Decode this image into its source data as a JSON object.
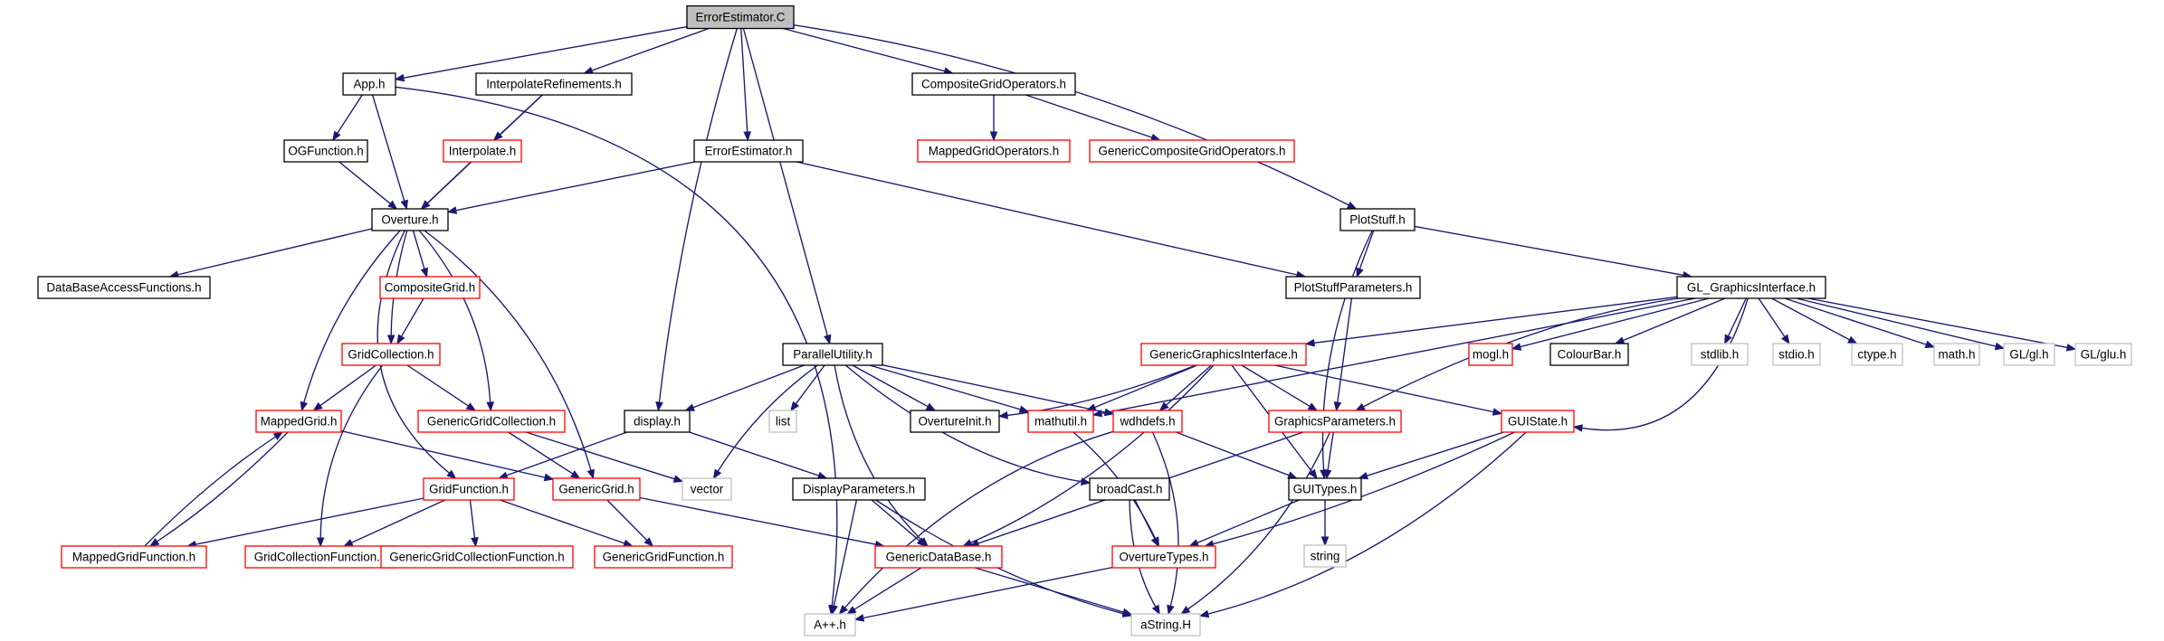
{
  "diagram": {
    "type": "include-dependency-graph",
    "colors": {
      "edge": "#191970",
      "node_root_fill": "#bfbfbf",
      "node_root_border": "#000000",
      "node_documented_border": "#000000",
      "node_undocumented_border": "#ff0000",
      "node_external_border": "#bfbfbf",
      "node_fill": "#ffffff"
    },
    "nodes": [
      {
        "id": "errorestimator_c",
        "label": "ErrorEstimator.C",
        "kind": "root"
      },
      {
        "id": "app_h",
        "label": "App.h",
        "kind": "documented"
      },
      {
        "id": "interpolaterefinements_h",
        "label": "InterpolateRefinements.h",
        "kind": "documented"
      },
      {
        "id": "compositegridoperators_h",
        "label": "CompositeGridOperators.h",
        "kind": "documented"
      },
      {
        "id": "ogfunction_h",
        "label": "OGFunction.h",
        "kind": "documented"
      },
      {
        "id": "interpolate_h",
        "label": "Interpolate.h",
        "kind": "undocumented"
      },
      {
        "id": "errorestimator_h",
        "label": "ErrorEstimator.h",
        "kind": "documented"
      },
      {
        "id": "mappedgridoperators_h",
        "label": "MappedGridOperators.h",
        "kind": "undocumented"
      },
      {
        "id": "genericcompositegridoperators_h",
        "label": "GenericCompositeGridOperators.h",
        "kind": "undocumented"
      },
      {
        "id": "overture_h",
        "label": "Overture.h",
        "kind": "documented"
      },
      {
        "id": "plotstuff_h",
        "label": "PlotStuff.h",
        "kind": "documented"
      },
      {
        "id": "databaseaccessfunctions_h",
        "label": "DataBaseAccessFunctions.h",
        "kind": "documented"
      },
      {
        "id": "compositegrid_h",
        "label": "CompositeGrid.h",
        "kind": "undocumented"
      },
      {
        "id": "plotstuffparameters_h",
        "label": "PlotStuffParameters.h",
        "kind": "documented"
      },
      {
        "id": "gl_graphicsinterface_h",
        "label": "GL_GraphicsInterface.h",
        "kind": "documented"
      },
      {
        "id": "gridcollection_h",
        "label": "GridCollection.h",
        "kind": "undocumented"
      },
      {
        "id": "parallelutility_h",
        "label": "ParallelUtility.h",
        "kind": "documented"
      },
      {
        "id": "genericgraphicsinterface_h",
        "label": "GenericGraphicsInterface.h",
        "kind": "undocumented"
      },
      {
        "id": "mogl_h",
        "label": "mogl.h",
        "kind": "undocumented"
      },
      {
        "id": "colourbar_h",
        "label": "ColourBar.h",
        "kind": "documented"
      },
      {
        "id": "stdlib_h",
        "label": "stdlib.h",
        "kind": "external"
      },
      {
        "id": "stdio_h",
        "label": "stdio.h",
        "kind": "external"
      },
      {
        "id": "ctype_h",
        "label": "ctype.h",
        "kind": "external"
      },
      {
        "id": "math_h",
        "label": "math.h",
        "kind": "external"
      },
      {
        "id": "gl_gl_h",
        "label": "GL/gl.h",
        "kind": "external"
      },
      {
        "id": "gl_glu_h",
        "label": "GL/glu.h",
        "kind": "external"
      },
      {
        "id": "mappedgrid_h",
        "label": "MappedGrid.h",
        "kind": "undocumented"
      },
      {
        "id": "genericgridcollection_h",
        "label": "GenericGridCollection.h",
        "kind": "undocumented"
      },
      {
        "id": "display_h",
        "label": "display.h",
        "kind": "documented"
      },
      {
        "id": "list",
        "label": "list",
        "kind": "external"
      },
      {
        "id": "overtureinit_h",
        "label": "OvertureInit.h",
        "kind": "documented"
      },
      {
        "id": "mathutil_h",
        "label": "mathutil.h",
        "kind": "undocumented"
      },
      {
        "id": "wdhdefs_h",
        "label": "wdhdefs.h",
        "kind": "undocumented"
      },
      {
        "id": "graphicsparameters_h",
        "label": "GraphicsParameters.h",
        "kind": "undocumented"
      },
      {
        "id": "guistate_h",
        "label": "GUIState.h",
        "kind": "undocumented"
      },
      {
        "id": "gridfunction_h",
        "label": "GridFunction.h",
        "kind": "undocumented"
      },
      {
        "id": "genericgrid_h",
        "label": "GenericGrid.h",
        "kind": "undocumented"
      },
      {
        "id": "vector",
        "label": "vector",
        "kind": "external"
      },
      {
        "id": "displayparameters_h",
        "label": "DisplayParameters.h",
        "kind": "documented"
      },
      {
        "id": "broadcast_h",
        "label": "broadCast.h",
        "kind": "documented"
      },
      {
        "id": "guitypes_h",
        "label": "GUITypes.h",
        "kind": "documented"
      },
      {
        "id": "string",
        "label": "string",
        "kind": "external"
      },
      {
        "id": "mappedgridfunction_h",
        "label": "MappedGridFunction.h",
        "kind": "undocumented"
      },
      {
        "id": "gridcollectionfunction_h",
        "label": "GridCollectionFunction.h",
        "kind": "undocumented"
      },
      {
        "id": "genericgridcollectionfunction_h",
        "label": "GenericGridCollectionFunction.h",
        "kind": "undocumented"
      },
      {
        "id": "genericgridfunction_h",
        "label": "GenericGridFunction.h",
        "kind": "undocumented"
      },
      {
        "id": "genericdatabase_h",
        "label": "GenericDataBase.h",
        "kind": "undocumented"
      },
      {
        "id": "overturetypes_h",
        "label": "OvertureTypes.h",
        "kind": "undocumented"
      },
      {
        "id": "aplusplus_h",
        "label": "A++.h",
        "kind": "external"
      },
      {
        "id": "astring_h",
        "label": "aString.H",
        "kind": "external"
      }
    ],
    "edges": [
      [
        "errorestimator_c",
        "app_h"
      ],
      [
        "errorestimator_c",
        "interpolaterefinements_h"
      ],
      [
        "errorestimator_c",
        "display_h"
      ],
      [
        "errorestimator_c",
        "errorestimator_h"
      ],
      [
        "errorestimator_c",
        "parallelutility_h"
      ],
      [
        "errorestimator_c",
        "compositegridoperators_h"
      ],
      [
        "errorestimator_c",
        "plotstuff_h"
      ],
      [
        "app_h",
        "ogfunction_h"
      ],
      [
        "app_h",
        "overture_h"
      ],
      [
        "app_h",
        "aplusplus_h"
      ],
      [
        "interpolaterefinements_h",
        "interpolate_h"
      ],
      [
        "interpolaterefinements_h",
        "overture_h"
      ],
      [
        "ogfunction_h",
        "overture_h"
      ],
      [
        "interpolate_h",
        "overture_h"
      ],
      [
        "errorestimator_h",
        "overture_h"
      ],
      [
        "errorestimator_h",
        "plotstuffparameters_h"
      ],
      [
        "compositegridoperators_h",
        "mappedgridoperators_h"
      ],
      [
        "compositegridoperators_h",
        "genericcompositegridoperators_h"
      ],
      [
        "overture_h",
        "databaseaccessfunctions_h"
      ],
      [
        "overture_h",
        "compositegrid_h"
      ],
      [
        "overture_h",
        "gridcollection_h"
      ],
      [
        "overture_h",
        "mappedgrid_h"
      ],
      [
        "overture_h",
        "gridfunction_h"
      ],
      [
        "overture_h",
        "genericgridcollection_h"
      ],
      [
        "overture_h",
        "genericgrid_h"
      ],
      [
        "compositegrid_h",
        "gridcollection_h"
      ],
      [
        "gridcollection_h",
        "mappedgrid_h"
      ],
      [
        "gridcollection_h",
        "genericgridcollection_h"
      ],
      [
        "gridcollection_h",
        "gridcollectionfunction_h"
      ],
      [
        "mappedgrid_h",
        "mappedgridfunction_h"
      ],
      [
        "mappedgrid_h",
        "genericgrid_h"
      ],
      [
        "mappedgridfunction_h",
        "mappedgrid_h"
      ],
      [
        "genericgridcollection_h",
        "genericgrid_h"
      ],
      [
        "genericgridcollection_h",
        "vector"
      ],
      [
        "gridfunction_h",
        "mappedgridfunction_h"
      ],
      [
        "gridfunction_h",
        "gridcollectionfunction_h"
      ],
      [
        "gridfunction_h",
        "genericgridcollectionfunction_h"
      ],
      [
        "gridfunction_h",
        "genericgridfunction_h"
      ],
      [
        "genericgrid_h",
        "genericgridfunction_h"
      ],
      [
        "genericgrid_h",
        "genericdatabase_h"
      ],
      [
        "plotstuff_h",
        "plotstuffparameters_h"
      ],
      [
        "plotstuff_h",
        "gl_graphicsinterface_h"
      ],
      [
        "plotstuff_h",
        "guitypes_h"
      ],
      [
        "plotstuffparameters_h",
        "graphicsparameters_h"
      ],
      [
        "gl_graphicsinterface_h",
        "genericgraphicsinterface_h"
      ],
      [
        "gl_graphicsinterface_h",
        "mogl_h"
      ],
      [
        "gl_graphicsinterface_h",
        "colourbar_h"
      ],
      [
        "gl_graphicsinterface_h",
        "stdlib_h"
      ],
      [
        "gl_graphicsinterface_h",
        "stdio_h"
      ],
      [
        "gl_graphicsinterface_h",
        "ctype_h"
      ],
      [
        "gl_graphicsinterface_h",
        "math_h"
      ],
      [
        "gl_graphicsinterface_h",
        "gl_gl_h"
      ],
      [
        "gl_graphicsinterface_h",
        "gl_glu_h"
      ],
      [
        "gl_graphicsinterface_h",
        "graphicsparameters_h"
      ],
      [
        "gl_graphicsinterface_h",
        "guistate_h"
      ],
      [
        "gl_graphicsinterface_h",
        "mathutil_h"
      ],
      [
        "parallelutility_h",
        "display_h"
      ],
      [
        "parallelutility_h",
        "list"
      ],
      [
        "parallelutility_h",
        "vector"
      ],
      [
        "parallelutility_h",
        "overtureinit_h"
      ],
      [
        "parallelutility_h",
        "mathutil_h"
      ],
      [
        "parallelutility_h",
        "wdhdefs_h"
      ],
      [
        "parallelutility_h",
        "genericdatabase_h"
      ],
      [
        "parallelutility_h",
        "broadcast_h"
      ],
      [
        "display_h",
        "gridfunction_h"
      ],
      [
        "display_h",
        "displayparameters_h"
      ],
      [
        "genericgraphicsinterface_h",
        "overtureinit_h"
      ],
      [
        "genericgraphicsinterface_h",
        "mathutil_h"
      ],
      [
        "genericgraphicsinterface_h",
        "wdhdefs_h"
      ],
      [
        "genericgraphicsinterface_h",
        "graphicsparameters_h"
      ],
      [
        "genericgraphicsinterface_h",
        "guistate_h"
      ],
      [
        "genericgraphicsinterface_h",
        "guitypes_h"
      ],
      [
        "genericgraphicsinterface_h",
        "genericdatabase_h"
      ],
      [
        "mathutil_h",
        "overturetypes_h"
      ],
      [
        "wdhdefs_h",
        "guitypes_h"
      ],
      [
        "wdhdefs_h",
        "aplusplus_h"
      ],
      [
        "wdhdefs_h",
        "astring_h"
      ],
      [
        "graphicsparameters_h",
        "guitypes_h"
      ],
      [
        "graphicsparameters_h",
        "genericdatabase_h"
      ],
      [
        "graphicsparameters_h",
        "astring_h"
      ],
      [
        "guistate_h",
        "guitypes_h"
      ],
      [
        "guistate_h",
        "overturetypes_h"
      ],
      [
        "guistate_h",
        "astring_h"
      ],
      [
        "guitypes_h",
        "overturetypes_h"
      ],
      [
        "guitypes_h",
        "string"
      ],
      [
        "displayparameters_h",
        "genericdatabase_h"
      ],
      [
        "displayparameters_h",
        "aplusplus_h"
      ],
      [
        "displayparameters_h",
        "astring_h"
      ],
      [
        "broadcast_h",
        "overturetypes_h"
      ],
      [
        "broadcast_h",
        "astring_h"
      ],
      [
        "genericdatabase_h",
        "aplusplus_h"
      ],
      [
        "genericdatabase_h",
        "astring_h"
      ],
      [
        "overturetypes_h",
        "aplusplus_h"
      ]
    ]
  }
}
